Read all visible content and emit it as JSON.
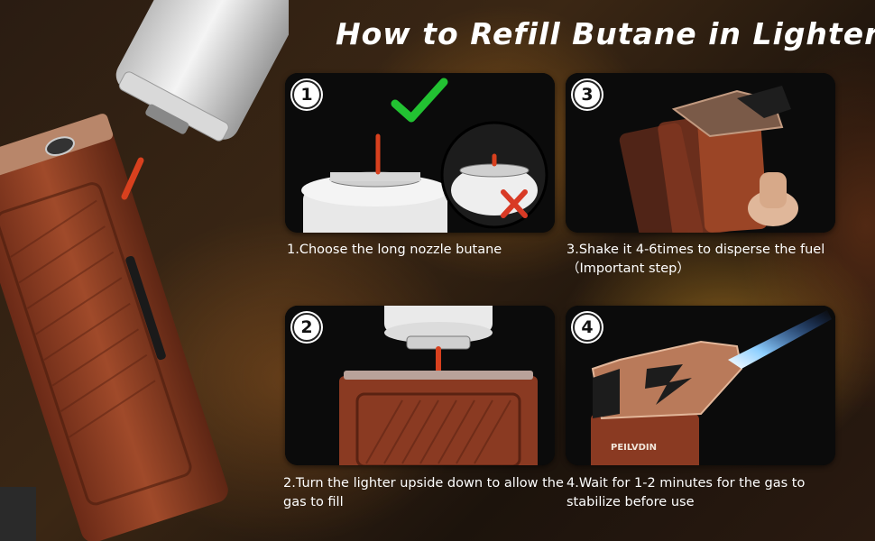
{
  "title": "How to Refill Butane in Lighter",
  "steps": [
    {
      "number": "1",
      "caption": "1.Choose the long nozzle butane"
    },
    {
      "number": "2",
      "caption": "2.Turn the lighter upside down to allow the gas to fill"
    },
    {
      "number": "3",
      "caption": "3.Shake it 4-6times to disperse the fuel（Important step）"
    },
    {
      "number": "4",
      "caption": "4.Wait for 1-2 minutes for the gas to stabilize before use"
    }
  ],
  "brand": "PEILVDIN",
  "colors": {
    "check": "#22c232",
    "cross": "#d83a25",
    "nozzle": "#d8401e",
    "wood": "#8a3a22",
    "flame": "#4aa8ff"
  },
  "icons": [
    "check-icon",
    "cross-icon"
  ]
}
